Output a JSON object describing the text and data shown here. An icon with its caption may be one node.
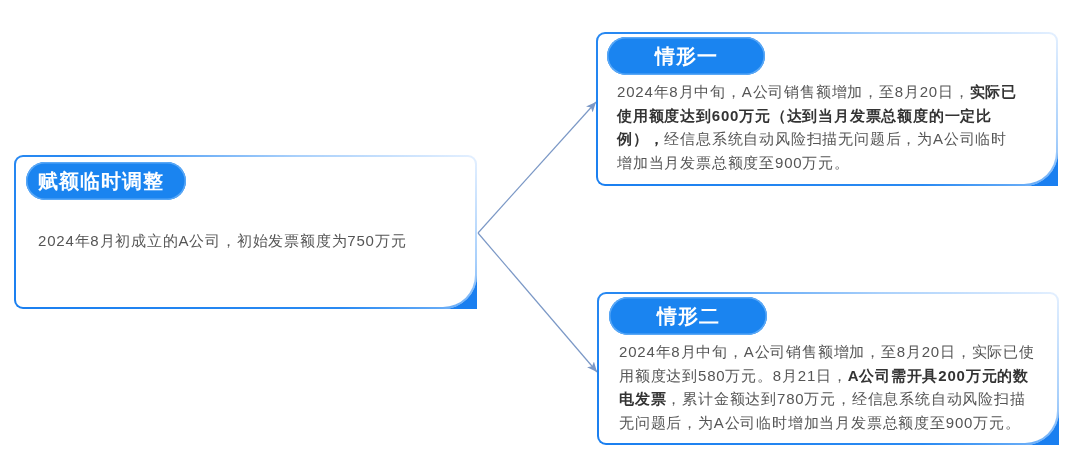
{
  "diagram": {
    "nodes": [
      {
        "text": [
          "赋额临时调整",
          "2024年8月初成立的A公司，初始发票额度为750万元"
        ]
      },
      {
        "text": [
          "情形一",
          "2024年8月中旬，A公司销售额增加，至8月20日，**实际已使用额度达到600万元（达到当月发票总额度的一定比例），**经信息系统自动风险扫描无问题后，为A公司临时增加当月发票总额度至900万元。"
        ]
      },
      {
        "text": [
          "情形二",
          "2024年8月中旬，A公司销售额增加，至8月20日，实际已使用额度达到580万元。8月21日，**A公司需开具200万元的数电发票**，累计金额达到780万元，经信息系统自动风险扫描无问题后，为A公司临时增加当月发票总额度至900万元。"
        ]
      }
    ],
    "edges": [
      {
        "from": 0,
        "to": 1,
        "arrow": "to"
      },
      {
        "from": 0,
        "to": 2,
        "arrow": "to"
      }
    ]
  }
}
